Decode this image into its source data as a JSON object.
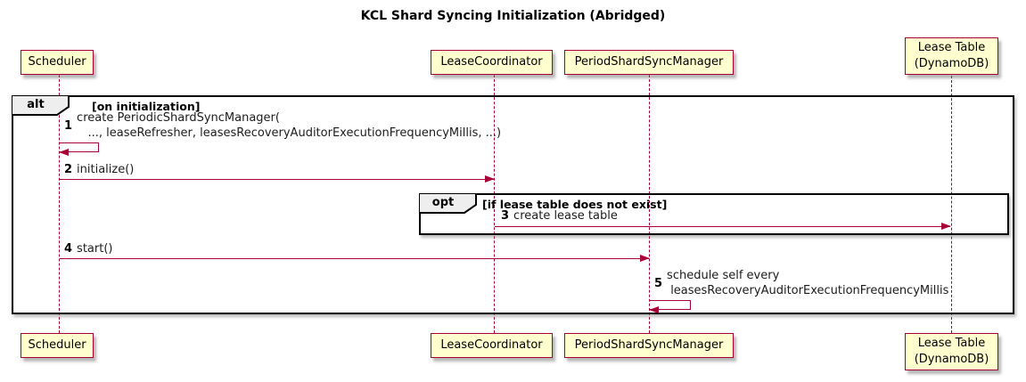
{
  "title": "KCL Shard Syncing Initialization (Abridged)",
  "participants": [
    {
      "name": "Scheduler"
    },
    {
      "name": "LeaseCoordinator"
    },
    {
      "name": "PeriodShardSyncManager"
    },
    {
      "name": "Lease Table\n(DynamoDB)"
    }
  ],
  "frames": {
    "alt": {
      "keyword": "alt",
      "condition": "[on initialization]"
    },
    "opt": {
      "keyword": "opt",
      "condition": "[if lease table does not exist]"
    }
  },
  "messages": [
    {
      "num": "1",
      "text": "create PeriodicShardSyncManager(\n   ..., leaseRefresher, leasesRecoveryAuditorExecutionFrequencyMillis, ...)",
      "from": "Scheduler",
      "to": "Scheduler"
    },
    {
      "num": "2",
      "text": "initialize()",
      "from": "Scheduler",
      "to": "LeaseCoordinator"
    },
    {
      "num": "3",
      "text": "create lease table",
      "from": "LeaseCoordinator",
      "to": "Lease Table (DynamoDB)"
    },
    {
      "num": "4",
      "text": "start()",
      "from": "Scheduler",
      "to": "PeriodShardSyncManager"
    },
    {
      "num": "5",
      "text": "schedule self every\n leasesRecoveryAuditorExecutionFrequencyMillis",
      "from": "PeriodShardSyncManager",
      "to": "PeriodShardSyncManager"
    }
  ],
  "colors": {
    "participant_fill": "#FEFECE",
    "participant_border": "#A80036",
    "arrow": "#A80036",
    "frame_border": "#000000",
    "frame_label_fill": "#EEEEEE",
    "background": "#FFFFFF"
  }
}
